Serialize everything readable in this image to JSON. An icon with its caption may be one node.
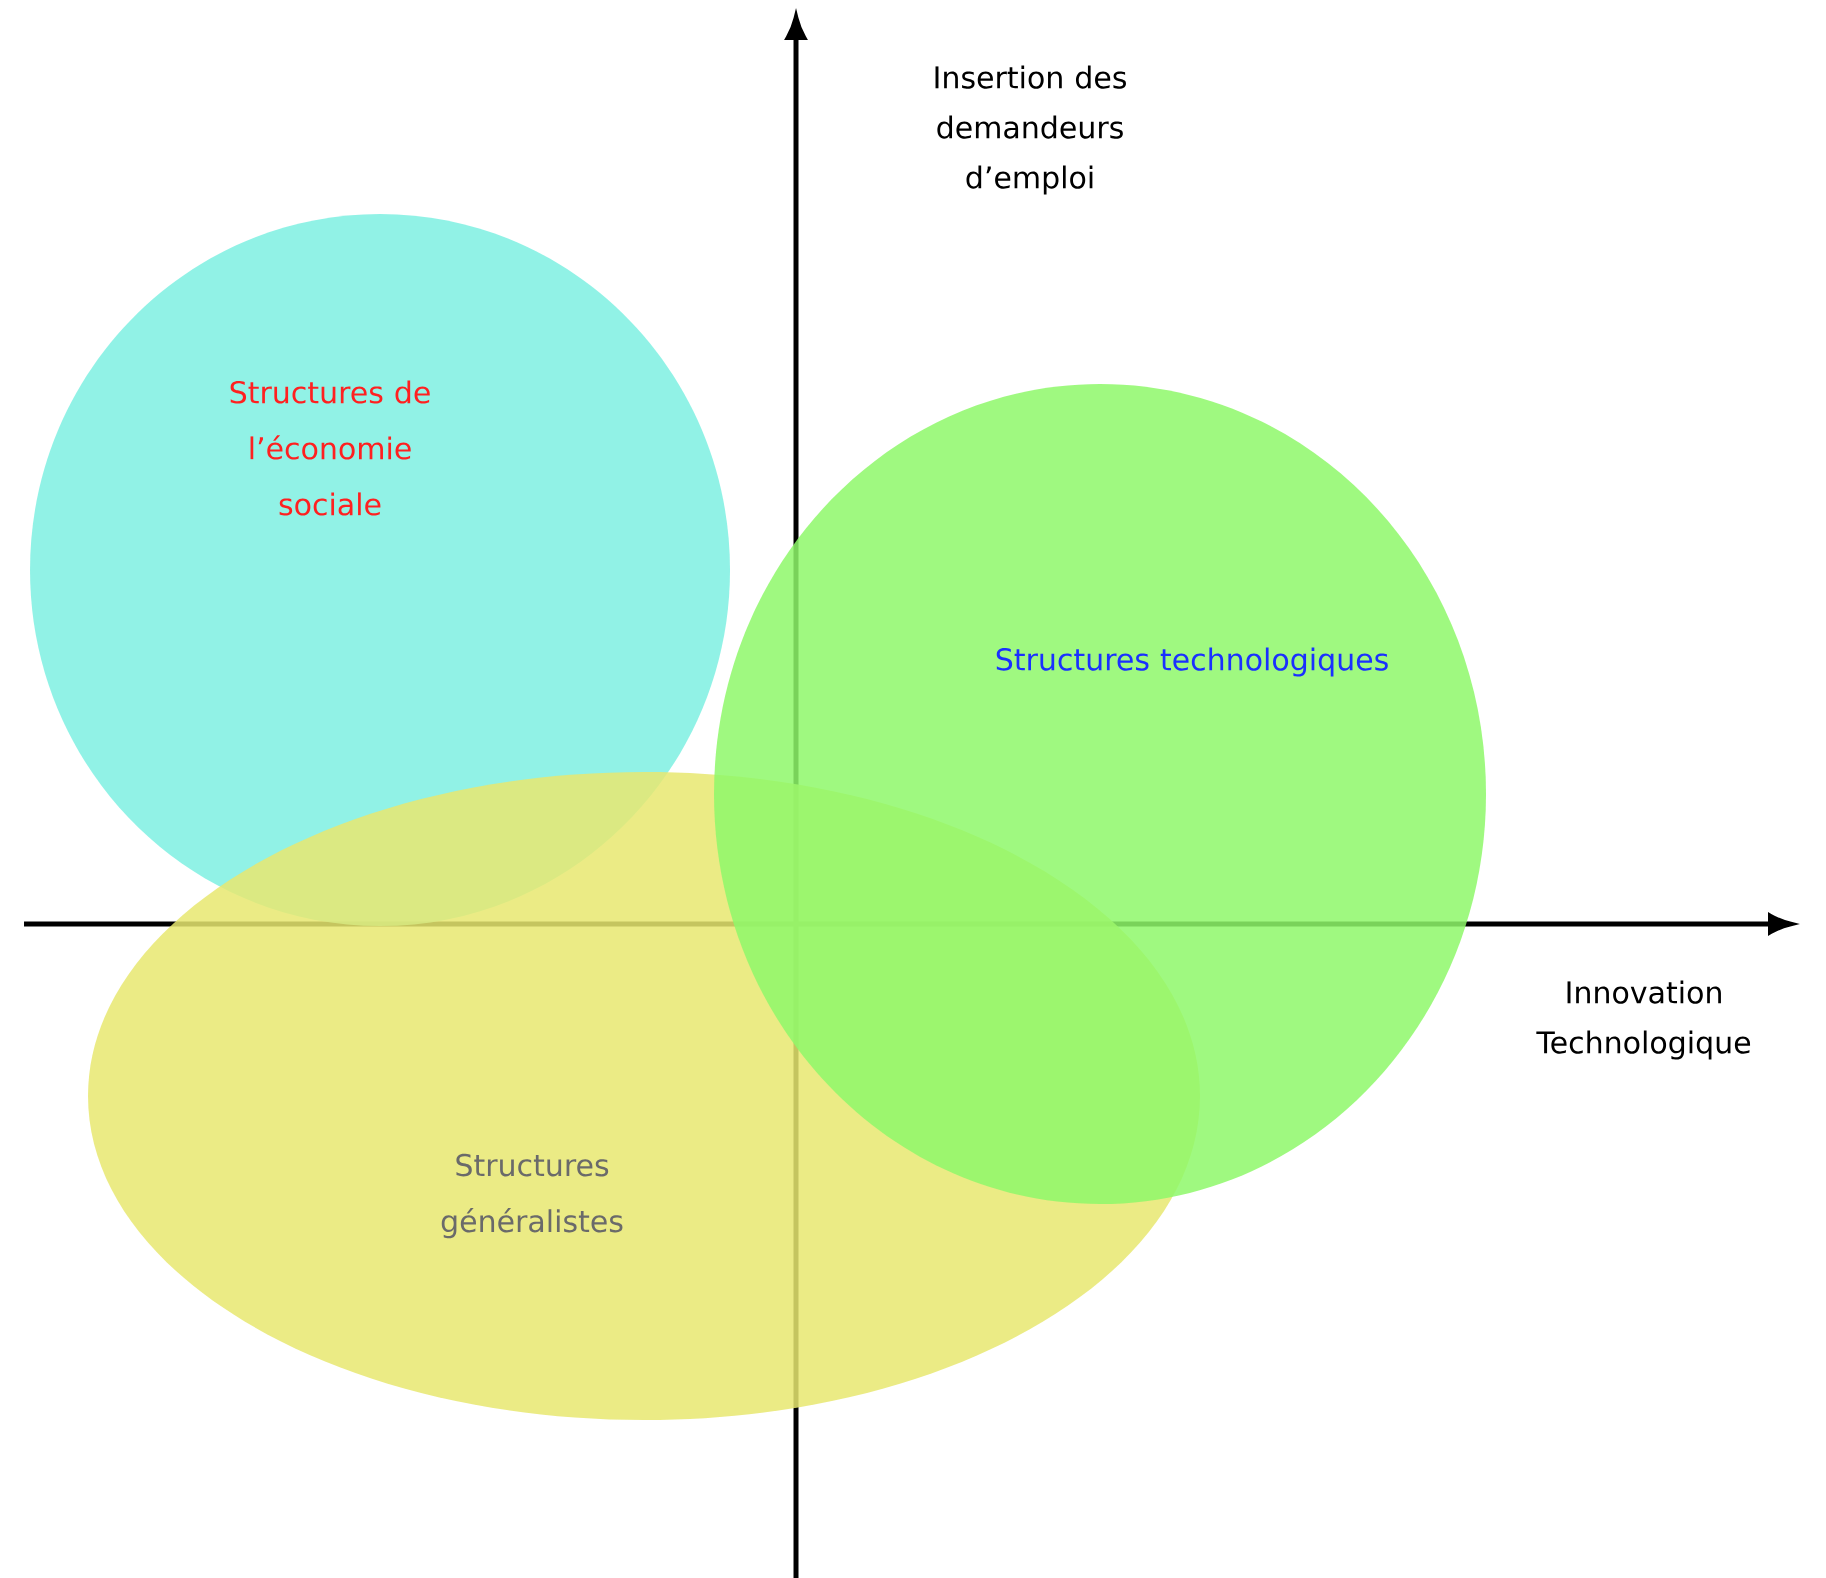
{
  "diagram": {
    "nodes": [
      {
        "text": [
          "Structures de l’économie sociale"
        ]
      },
      {
        "text": [
          "Structures technologiques"
        ]
      },
      {
        "text": [
          "Structures généralistes"
        ]
      }
    ],
    "labels": [
      "Insertion des demandeurs d’emploi",
      "Innovation Technologique"
    ]
  }
}
